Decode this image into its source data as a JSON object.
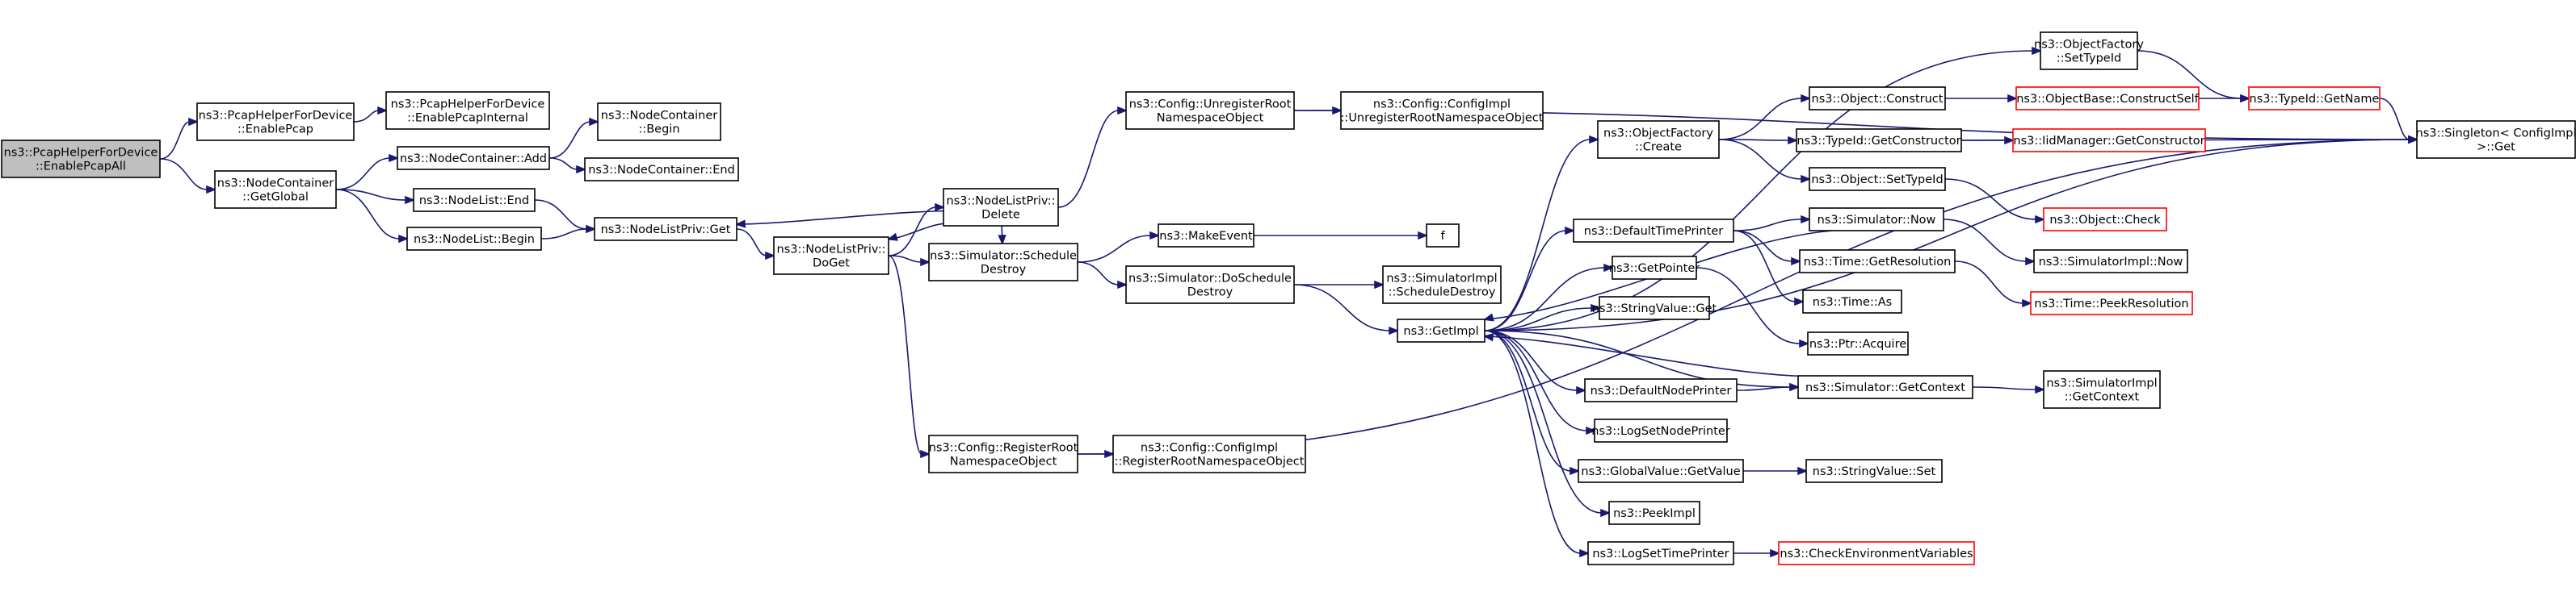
{
  "nodes": {
    "n_root": {
      "lines": [
        "ns3::PcapHelperForDevice",
        "::EnablePcapAll"
      ],
      "red": false,
      "root": true
    },
    "n_enablepcap": {
      "lines": [
        "ns3::PcapHelperForDevice",
        "::EnablePcap"
      ],
      "red": false
    },
    "n_enablepcapint": {
      "lines": [
        "ns3::PcapHelperForDevice",
        "::EnablePcapInternal"
      ],
      "red": false
    },
    "n_ncglobal": {
      "lines": [
        "ns3::NodeContainer",
        "::GetGlobal"
      ],
      "red": false
    },
    "n_ncadd": {
      "lines": [
        "ns3::NodeContainer::Add"
      ],
      "red": false
    },
    "n_ncbegin": {
      "lines": [
        "ns3::NodeContainer",
        "::Begin"
      ],
      "red": false
    },
    "n_ncend": {
      "lines": [
        "ns3::NodeContainer::End"
      ],
      "red": false
    },
    "n_nlend": {
      "lines": [
        "ns3::NodeList::End"
      ],
      "red": false
    },
    "n_nlbegin": {
      "lines": [
        "ns3::NodeList::Begin"
      ],
      "red": false
    },
    "n_nlpget": {
      "lines": [
        "ns3::NodeListPriv::Get"
      ],
      "red": false
    },
    "n_nlpdoget": {
      "lines": [
        "ns3::NodeListPriv::",
        "DoGet"
      ],
      "red": false
    },
    "n_nlpdelete": {
      "lines": [
        "ns3::NodeListPriv::",
        "Delete"
      ],
      "red": false
    },
    "n_unregroot": {
      "lines": [
        "ns3::Config::UnregisterRoot",
        "NamespaceObject"
      ],
      "red": false
    },
    "n_cfgunreg": {
      "lines": [
        "ns3::Config::ConfigImpl",
        "::UnregisterRootNamespaceObject"
      ],
      "red": false
    },
    "n_simsched": {
      "lines": [
        "ns3::Simulator::Schedule",
        "Destroy"
      ],
      "red": false
    },
    "n_makeevent": {
      "lines": [
        "ns3::MakeEvent"
      ],
      "red": false
    },
    "n_f": {
      "lines": [
        "f"
      ],
      "red": false
    },
    "n_simdosched": {
      "lines": [
        "ns3::Simulator::DoSchedule",
        "Destroy"
      ],
      "red": false
    },
    "n_simimplsched": {
      "lines": [
        "ns3::SimulatorImpl",
        "::ScheduleDestroy"
      ],
      "red": false
    },
    "n_getimpl": {
      "lines": [
        "ns3::GetImpl"
      ],
      "red": false
    },
    "n_regroot": {
      "lines": [
        "ns3::Config::RegisterRoot",
        "NamespaceObject"
      ],
      "red": false
    },
    "n_cfgreg": {
      "lines": [
        "ns3::Config::ConfigImpl",
        "::RegisterRootNamespaceObject"
      ],
      "red": false
    },
    "n_objfactcreate": {
      "lines": [
        "ns3::ObjectFactory",
        "::Create"
      ],
      "red": false
    },
    "n_objfactsettype": {
      "lines": [
        "ns3::ObjectFactory",
        "::SetTypeId"
      ],
      "red": false
    },
    "n_objconstruct": {
      "lines": [
        "ns3::Object::Construct"
      ],
      "red": false
    },
    "n_objbaseconst": {
      "lines": [
        "ns3::ObjectBase::ConstructSelf"
      ],
      "red": true
    },
    "n_typeidgetname": {
      "lines": [
        "ns3::TypeId::GetName"
      ],
      "red": true
    },
    "n_singleton": {
      "lines": [
        "ns3::Singleton< ConfigImpl",
        " >::Get"
      ],
      "red": false
    },
    "n_typeidgetcons": {
      "lines": [
        "ns3::TypeId::GetConstructor"
      ],
      "red": false
    },
    "n_iidgetcons": {
      "lines": [
        "ns3::IidManager::GetConstructor"
      ],
      "red": true
    },
    "n_objsettype": {
      "lines": [
        "ns3::Object::SetTypeId"
      ],
      "red": false
    },
    "n_objcheck": {
      "lines": [
        "ns3::Object::Check"
      ],
      "red": true
    },
    "n_deftimeprinter": {
      "lines": [
        "ns3::DefaultTimePrinter"
      ],
      "red": false
    },
    "n_simnow": {
      "lines": [
        "ns3::Simulator::Now"
      ],
      "red": false
    },
    "n_simimplnow": {
      "lines": [
        "ns3::SimulatorImpl::Now"
      ],
      "red": false
    },
    "n_timegetres": {
      "lines": [
        "ns3::Time::GetResolution"
      ],
      "red": false
    },
    "n_timepeekres": {
      "lines": [
        "ns3::Time::PeekResolution"
      ],
      "red": true
    },
    "n_timeas": {
      "lines": [
        "ns3::Time::As"
      ],
      "red": false
    },
    "n_getpointer": {
      "lines": [
        "ns3::GetPointer"
      ],
      "red": false
    },
    "n_ptracquire": {
      "lines": [
        "ns3::Ptr::Acquire"
      ],
      "red": false
    },
    "n_stringget": {
      "lines": [
        "ns3::StringValue::Get"
      ],
      "red": false
    },
    "n_defnodeprinter": {
      "lines": [
        "ns3::DefaultNodePrinter"
      ],
      "red": false
    },
    "n_simgetctx": {
      "lines": [
        "ns3::Simulator::GetContext"
      ],
      "red": false
    },
    "n_simimplgetctx": {
      "lines": [
        "ns3::SimulatorImpl",
        "::GetContext"
      ],
      "red": false
    },
    "n_logsetnode": {
      "lines": [
        "ns3::LogSetNodePrinter"
      ],
      "red": false
    },
    "n_gvgetvalue": {
      "lines": [
        "ns3::GlobalValue::GetValue"
      ],
      "red": false
    },
    "n_stringset": {
      "lines": [
        "ns3::StringValue::Set"
      ],
      "red": false
    },
    "n_peekimpl": {
      "lines": [
        "ns3::PeekImpl"
      ],
      "red": false
    },
    "n_logsettime": {
      "lines": [
        "ns3::LogSetTimePrinter"
      ],
      "red": false
    },
    "n_checkenv": {
      "lines": [
        "ns3::CheckEnvironmentVariables"
      ],
      "red": true
    }
  },
  "edges": [
    [
      "n_root",
      "n_enablepcap"
    ],
    [
      "n_root",
      "n_ncglobal"
    ],
    [
      "n_enablepcap",
      "n_enablepcapint"
    ],
    [
      "n_ncglobal",
      "n_ncadd"
    ],
    [
      "n_ncglobal",
      "n_nlend"
    ],
    [
      "n_ncglobal",
      "n_nlbegin"
    ],
    [
      "n_ncadd",
      "n_ncbegin"
    ],
    [
      "n_ncadd",
      "n_ncend"
    ],
    [
      "n_nlend",
      "n_nlpget"
    ],
    [
      "n_nlbegin",
      "n_nlpget"
    ],
    [
      "n_nlpget",
      "n_nlpdoget"
    ],
    [
      "n_nlpdoget",
      "n_nlpdelete"
    ],
    [
      "n_nlpdelete",
      "n_nlpget"
    ],
    [
      "n_nlpdelete",
      "n_nlpdoget"
    ],
    [
      "n_nlpdelete",
      "n_unregroot"
    ],
    [
      "n_nlpdelete",
      "n_simsched"
    ],
    [
      "n_nlpdoget",
      "n_simsched"
    ],
    [
      "n_nlpdoget",
      "n_regroot"
    ],
    [
      "n_unregroot",
      "n_cfgunreg"
    ],
    [
      "n_unregroot",
      "n_singleton"
    ],
    [
      "n_simsched",
      "n_makeevent"
    ],
    [
      "n_simsched",
      "n_simdosched"
    ],
    [
      "n_makeevent",
      "n_f"
    ],
    [
      "n_simdosched",
      "n_simimplsched"
    ],
    [
      "n_simdosched",
      "n_getimpl"
    ],
    [
      "n_regroot",
      "n_cfgreg"
    ],
    [
      "n_regroot",
      "n_singleton"
    ],
    [
      "n_getimpl",
      "n_objfactcreate"
    ],
    [
      "n_getimpl",
      "n_objfactsettype"
    ],
    [
      "n_getimpl",
      "n_deftimeprinter"
    ],
    [
      "n_getimpl",
      "n_getpointer"
    ],
    [
      "n_getimpl",
      "n_stringget"
    ],
    [
      "n_getimpl",
      "n_defnodeprinter"
    ],
    [
      "n_getimpl",
      "n_simgetctx"
    ],
    [
      "n_getimpl",
      "n_logsetnode"
    ],
    [
      "n_getimpl",
      "n_gvgetvalue"
    ],
    [
      "n_getimpl",
      "n_peekimpl"
    ],
    [
      "n_getimpl",
      "n_logsettime"
    ],
    [
      "n_getimpl",
      "n_singleton"
    ],
    [
      "n_objfactcreate",
      "n_objconstruct"
    ],
    [
      "n_objfactcreate",
      "n_typeidgetcons"
    ],
    [
      "n_objfactcreate",
      "n_objsettype"
    ],
    [
      "n_objfactsettype",
      "n_typeidgetname"
    ],
    [
      "n_objconstruct",
      "n_objbaseconst"
    ],
    [
      "n_objbaseconst",
      "n_typeidgetname"
    ],
    [
      "n_typeidgetname",
      "n_singleton"
    ],
    [
      "n_typeidgetcons",
      "n_iidgetcons"
    ],
    [
      "n_typeidgetcons",
      "n_singleton"
    ],
    [
      "n_objsettype",
      "n_objcheck"
    ],
    [
      "n_deftimeprinter",
      "n_simnow"
    ],
    [
      "n_deftimeprinter",
      "n_timegetres"
    ],
    [
      "n_deftimeprinter",
      "n_timeas"
    ],
    [
      "n_simnow",
      "n_getimpl"
    ],
    [
      "n_simnow",
      "n_simimplnow"
    ],
    [
      "n_timegetres",
      "n_timepeekres"
    ],
    [
      "n_getpointer",
      "n_ptracquire"
    ],
    [
      "n_defnodeprinter",
      "n_simgetctx"
    ],
    [
      "n_simgetctx",
      "n_simimplgetctx"
    ],
    [
      "n_simgetctx",
      "n_getimpl"
    ],
    [
      "n_gvgetvalue",
      "n_stringset"
    ],
    [
      "n_logsettime",
      "n_checkenv"
    ]
  ]
}
